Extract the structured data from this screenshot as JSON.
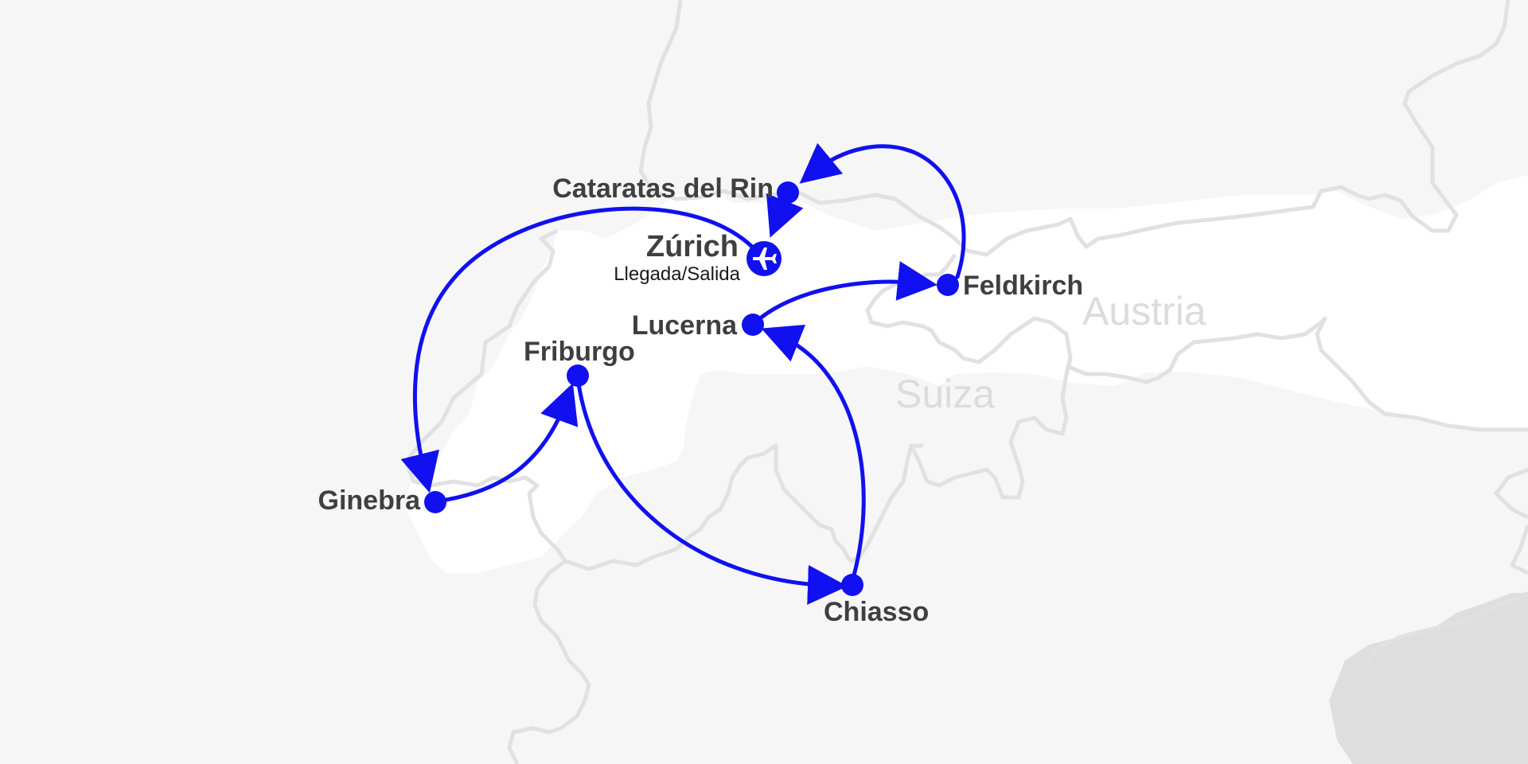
{
  "colors": {
    "background": "#f6f6f6",
    "land_highlight": "#ffffff",
    "land_dark": "#dedede",
    "border": "#e1e1e1",
    "route": "#1010f0",
    "city_text": "#3f3f3f",
    "country_text": "#dcdcdc"
  },
  "countries": {
    "suiza": "Suiza",
    "austria": "Austria"
  },
  "cities": {
    "zurich": {
      "name": "Zúrich",
      "note": "Llegada/Salida",
      "icon": "airplane-icon"
    },
    "cataratas": {
      "name": "Cataratas del Rin"
    },
    "feldkirch": {
      "name": "Feldkirch"
    },
    "lucerna": {
      "name": "Lucerna"
    },
    "friburgo": {
      "name": "Friburgo"
    },
    "ginebra": {
      "name": "Ginebra"
    },
    "chiasso": {
      "name": "Chiasso"
    }
  },
  "route_order": [
    "Zúrich",
    "Ginebra",
    "Friburgo",
    "Chiasso",
    "Lucerna",
    "Feldkirch",
    "Cataratas del Rin",
    "Zúrich"
  ]
}
